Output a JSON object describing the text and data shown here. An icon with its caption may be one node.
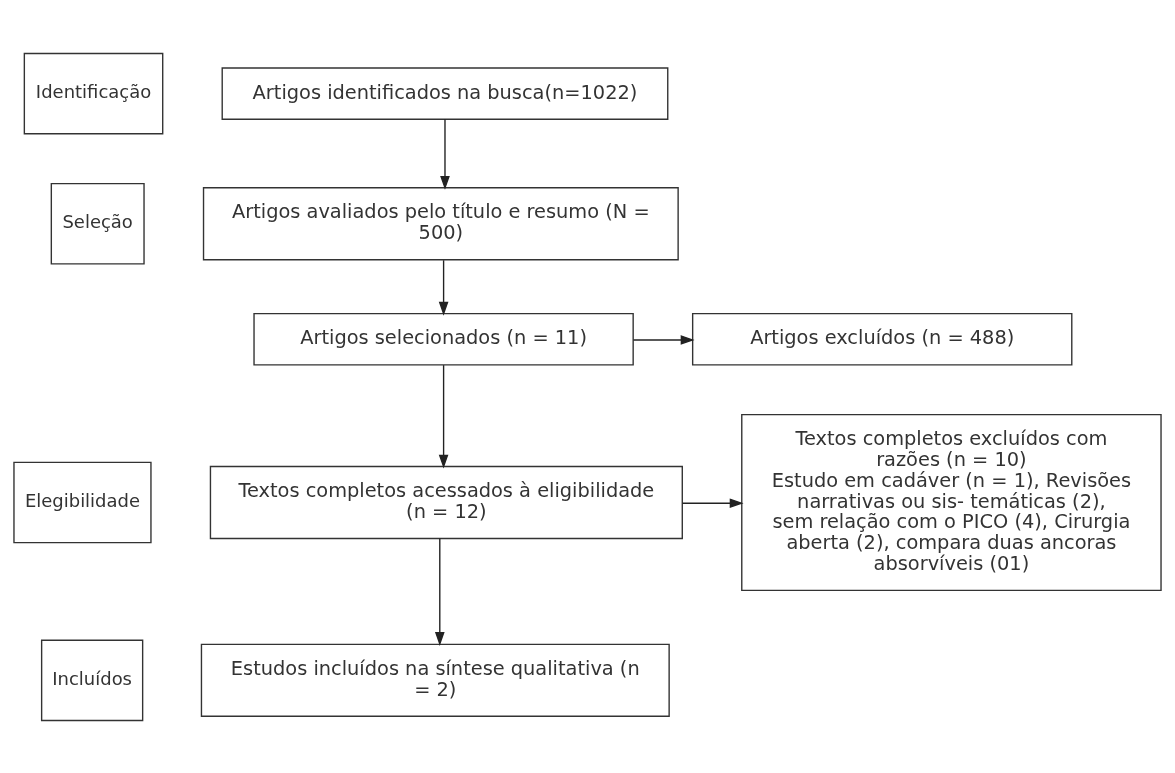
{
  "diagram": {
    "nodes": [
      {
        "text": [
          "Identificação"
        ]
      },
      {
        "text": [
          "Artigos identificados na busca(n=1022)"
        ]
      },
      {
        "text": [
          "Seleção"
        ]
      },
      {
        "text": [
          "Artigos avaliados pelo título e resumo (N = 500)"
        ]
      },
      {
        "text": [
          "Artigos selecionados (n = 11)"
        ]
      },
      {
        "text": [
          "Artigos excluídos (n = 488)"
        ]
      },
      {
        "text": [
          "Elegibilidade"
        ]
      },
      {
        "text": [
          "Textos completos acessados à eligibilidade (n = 12)"
        ]
      },
      {
        "text": [
          "Textos completos excluídos com razões (n = 10)",
          "Estudo em cadáver (n = 1), Revisões narrativas ou sis- temáticas (2), sem relação com o PICO (4), Cirurgia aberta (2), compara duas ancoras absorvíveis (01)"
        ]
      },
      {
        "text": [
          "Incluídos"
        ]
      },
      {
        "text": [
          "Estudos incluídos na síntese qualitativa (n = 2)"
        ]
      }
    ],
    "edges": [
      {
        "from": 1,
        "to": 3,
        "arrow": "to"
      },
      {
        "from": 3,
        "to": 4,
        "arrow": "to"
      },
      {
        "from": 4,
        "to": 5,
        "arrow": "to"
      },
      {
        "from": 4,
        "to": 7,
        "arrow": "to"
      },
      {
        "from": 7,
        "to": 8,
        "arrow": "to"
      },
      {
        "from": 7,
        "to": 10,
        "arrow": "to"
      }
    ]
  }
}
